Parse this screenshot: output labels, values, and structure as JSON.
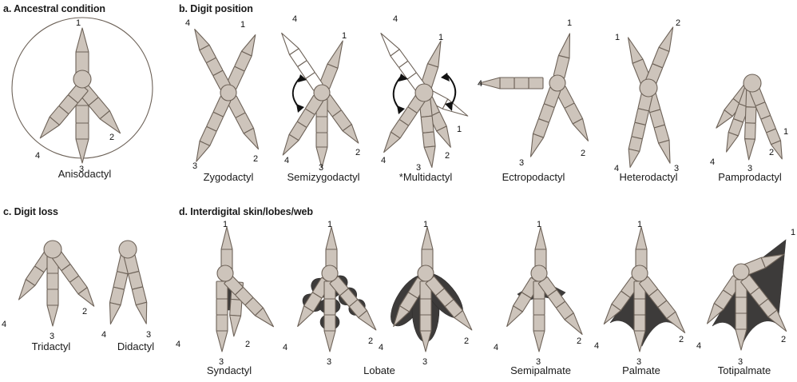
{
  "panels": [
    {
      "id": "a",
      "heading": "a. Ancestral condition"
    },
    {
      "id": "b",
      "heading": "b. Digit position"
    },
    {
      "id": "c",
      "heading": "c. Digit loss"
    },
    {
      "id": "d",
      "heading": "d. Interdigital skin/lobes/web"
    }
  ],
  "headings": {
    "a": "a. Ancestral condition",
    "b": "b. Digit position",
    "c": "c. Digit loss",
    "d": "d. Interdigital skin/lobes/web"
  },
  "figures": [
    {
      "key": "anisodactyl",
      "caption": "Anisodactyl",
      "panel": "a",
      "digits": [
        "1",
        "2",
        "3",
        "4"
      ]
    },
    {
      "key": "zygodactyl",
      "caption": "Zygodactyl",
      "panel": "b",
      "digits": [
        "1",
        "2",
        "3",
        "4"
      ]
    },
    {
      "key": "semizygodactyl",
      "caption": "Semizygodactyl",
      "panel": "b",
      "digits": [
        "1",
        "2",
        "3",
        "4",
        "4"
      ]
    },
    {
      "key": "multidactyl",
      "caption": "*Multidactyl",
      "panel": "b",
      "digits": [
        "1",
        "1",
        "2",
        "3",
        "4",
        "4"
      ]
    },
    {
      "key": "ectropodactyl",
      "caption": "Ectropodactyl",
      "panel": "b",
      "digits": [
        "1",
        "2",
        "3",
        "4"
      ]
    },
    {
      "key": "heterodactyl",
      "caption": "Heterodactyl",
      "panel": "b",
      "digits": [
        "1",
        "2",
        "3",
        "4"
      ]
    },
    {
      "key": "pamprodactyl",
      "caption": "Pamprodactyl",
      "panel": "b",
      "digits": [
        "1",
        "2",
        "3",
        "4"
      ]
    },
    {
      "key": "tridactyl",
      "caption": "Tridactyl",
      "panel": "c",
      "digits": [
        "2",
        "3",
        "4"
      ]
    },
    {
      "key": "didactyl",
      "caption": "Didactyl",
      "panel": "c",
      "digits": [
        "3",
        "4"
      ]
    },
    {
      "key": "syndactyl",
      "caption": "Syndactyl",
      "panel": "d",
      "digits": [
        "1",
        "2",
        "3",
        "4"
      ]
    },
    {
      "key": "lobate",
      "caption": "Lobate",
      "panel": "d",
      "digits": [
        "1",
        "2",
        "3",
        "4"
      ]
    },
    {
      "key": "semipalmate",
      "caption": "Semipalmate",
      "panel": "d",
      "digits": [
        "1",
        "2",
        "3",
        "4"
      ]
    },
    {
      "key": "palmate",
      "caption": "Palmate",
      "panel": "d",
      "digits": [
        "1",
        "2",
        "3",
        "4"
      ]
    },
    {
      "key": "totipalmate",
      "caption": "Totipalmate",
      "panel": "d",
      "digits": [
        "1",
        "2",
        "3",
        "4"
      ]
    }
  ],
  "captions": {
    "anisodactyl": "Anisodactyl",
    "zygodactyl": "Zygodactyl",
    "semizygodactyl": "Semizygodactyl",
    "multidactyl": "*Multidactyl",
    "ectropodactyl": "Ectropodactyl",
    "heterodactyl": "Heterodactyl",
    "pamprodactyl": "Pamprodactyl",
    "tridactyl": "Tridactyl",
    "didactyl": "Didactyl",
    "syndactyl": "Syndactyl",
    "lobate": "Lobate",
    "lobate_second": "",
    "semipalmate": "Semipalmate",
    "palmate": "Palmate",
    "totipalmate": "Totipalmate"
  },
  "digit_numbers": {
    "one": "1",
    "two": "2",
    "three": "3",
    "four": "4"
  },
  "colors": {
    "digit_fill": "#cdc4bb",
    "digit_stroke": "#6d6258",
    "web_dark": "#3d3b3a",
    "open_digit_fill": "#ffffff",
    "text": "#111111",
    "background": "#ffffff"
  },
  "notes": {
    "asterisk_marker": "*"
  }
}
